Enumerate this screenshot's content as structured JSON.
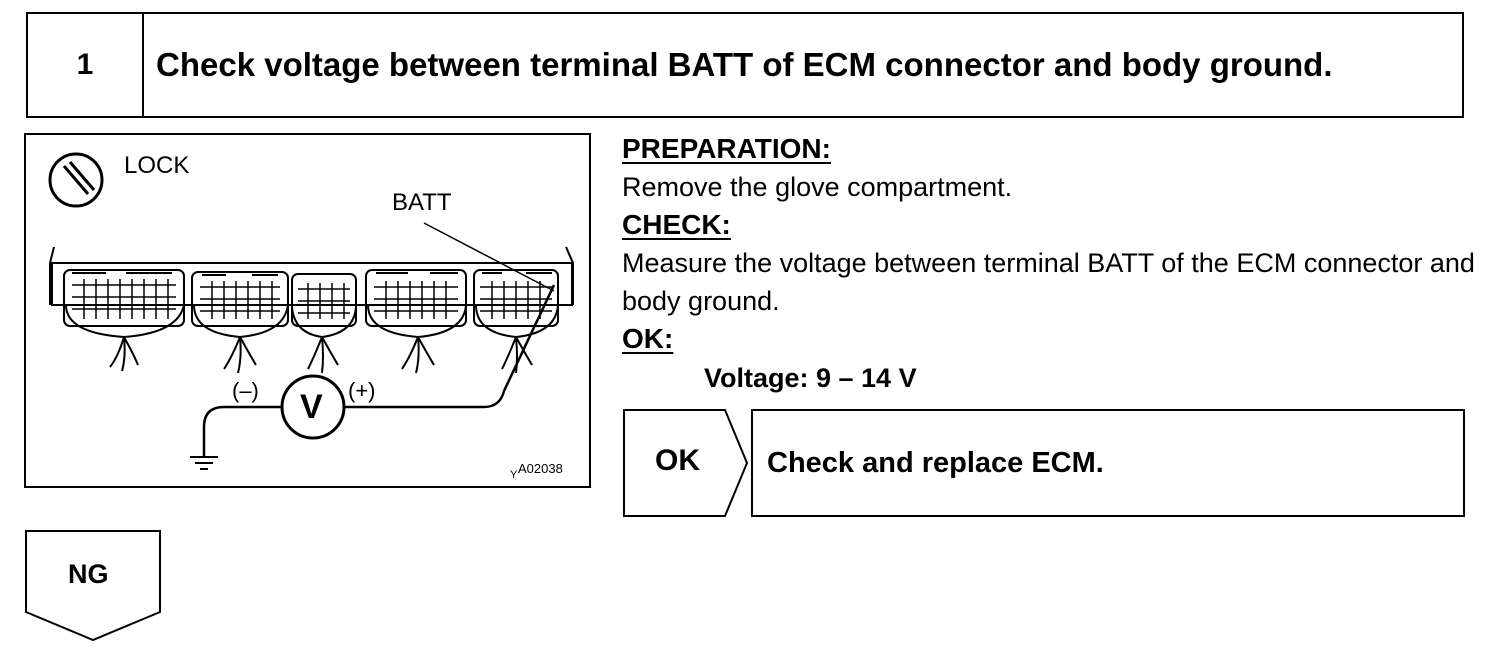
{
  "step": {
    "number": "1",
    "title": "Check voltage between terminal BATT of ECM connector and body ground."
  },
  "figure": {
    "lock_label": "LOCK",
    "batt_label": "BATT",
    "minus_label": "(–)",
    "plus_label": "(+)",
    "meter_label": "V",
    "code_prefix": "Y",
    "code": "A02038",
    "icons": [
      "ignition-lock-icon",
      "voltmeter-icon",
      "ground-icon"
    ]
  },
  "instructions": {
    "preparation_heading": "PREPARATION:",
    "preparation_text": "Remove the glove compartment.",
    "check_heading": "CHECK:",
    "check_text": "Measure the voltage between terminal BATT of the ECM connector and body ground.",
    "ok_heading": "OK:",
    "spec": "Voltage: 9 – 14 V"
  },
  "ok_branch": {
    "tag": "OK",
    "action": "Check and replace ECM."
  },
  "ng_branch": {
    "tag": "NG"
  }
}
